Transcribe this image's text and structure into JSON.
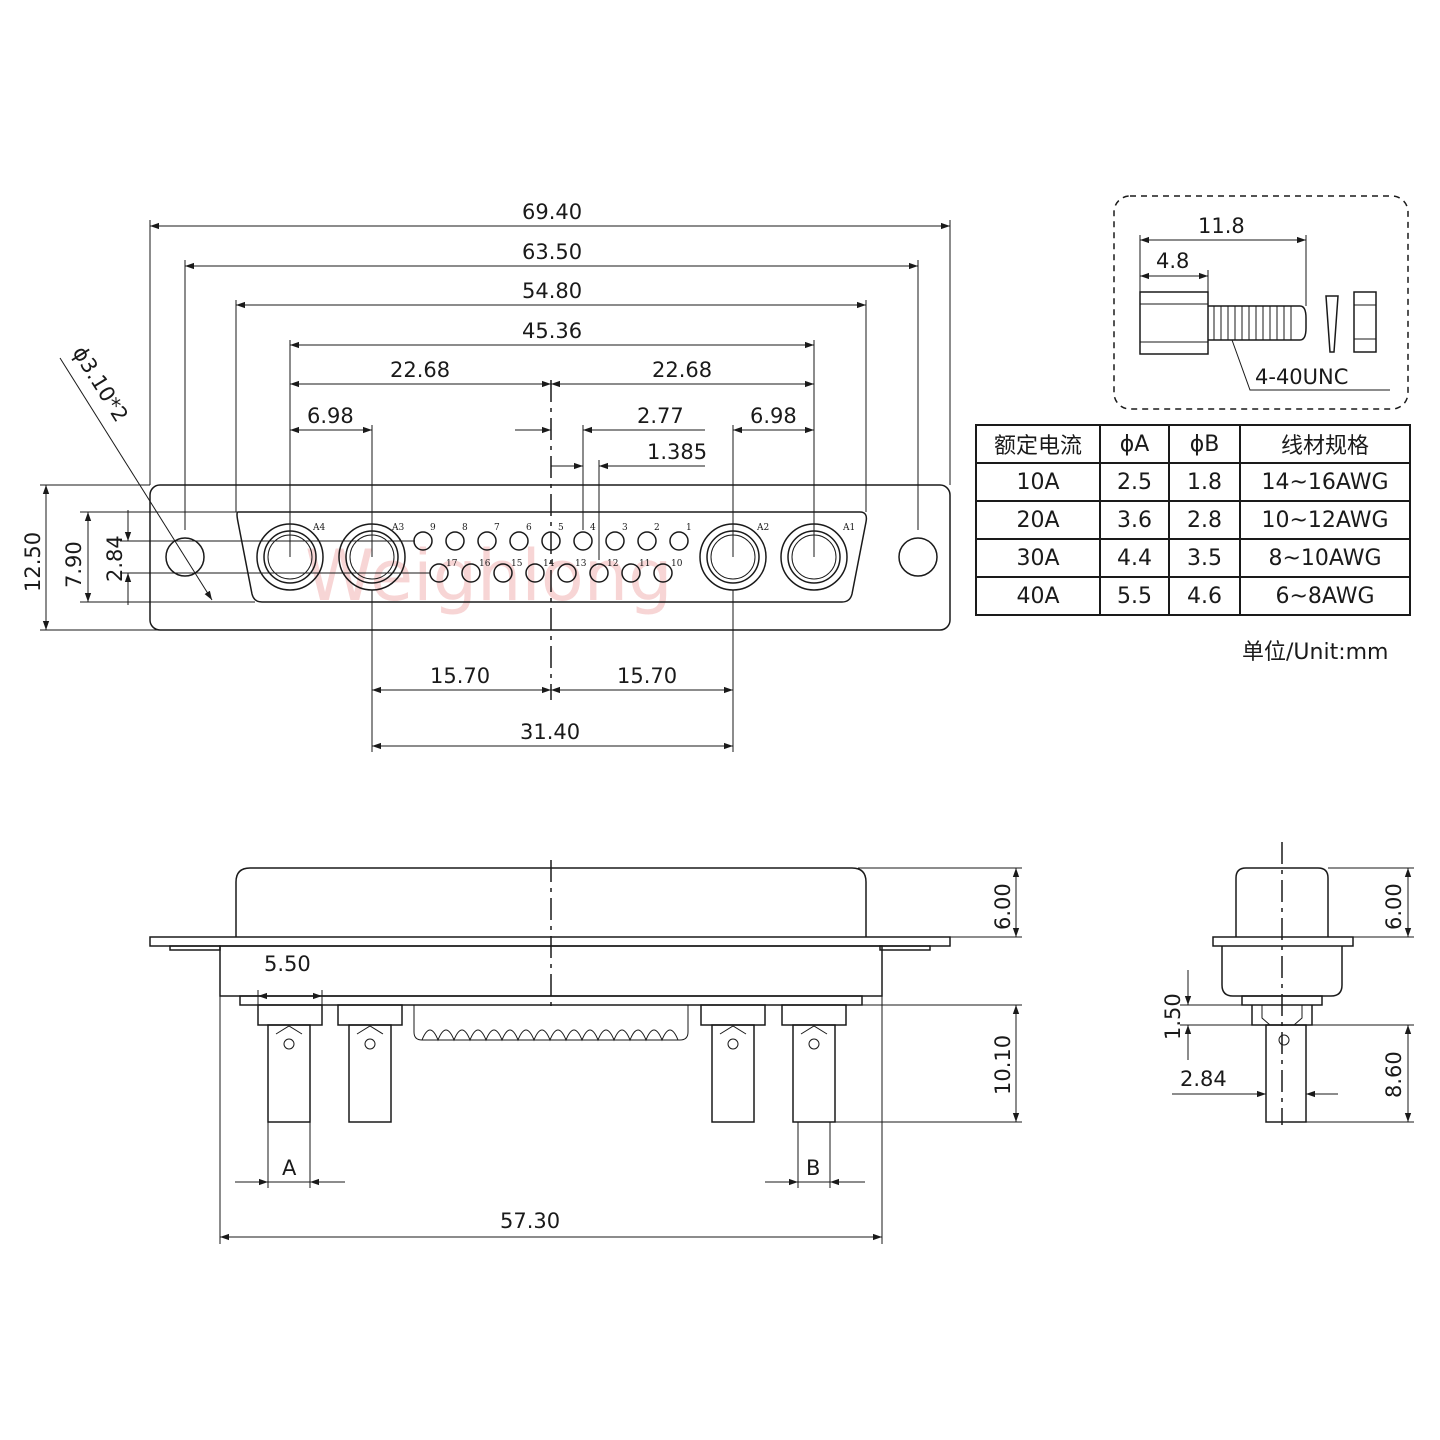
{
  "watermark": "Weighlong",
  "front_view": {
    "diameter_label": "ϕ3.10*2",
    "dims": {
      "overall": "69.40",
      "mount": "63.50",
      "shell": "54.80",
      "outer_pins": "45.36",
      "half_left": "22.68",
      "half_right": "22.68",
      "left_pair": "6.98",
      "right_pair": "6.98",
      "pitch": "2.77",
      "half_pitch": "1.385",
      "center_left": "15.70",
      "center_right": "15.70",
      "inner_pair": "31.40",
      "height_total": "12.50",
      "height_shell": "7.90",
      "row_gap": "2.84"
    },
    "coax_labels": [
      "A4",
      "A3",
      "A2",
      "A1"
    ],
    "top_row_pins": [
      "9",
      "8",
      "7",
      "6",
      "5",
      "4",
      "3",
      "2",
      "1"
    ],
    "bottom_row_pins": [
      "17",
      "16",
      "15",
      "14",
      "13",
      "12",
      "11",
      "10"
    ]
  },
  "side_view": {
    "dims": {
      "shell_height": "6.00",
      "pin_spacing": "5.50",
      "pin_length": "10.10",
      "overall_width": "57.30"
    },
    "callout_a": "A",
    "callout_b": "B"
  },
  "end_view": {
    "dims": {
      "shell_height": "6.00",
      "standoff": "1.50",
      "pin_length": "8.60",
      "row_gap": "2.84"
    }
  },
  "screw_detail": {
    "length": "11.8",
    "hex_length": "4.8",
    "thread": "4-40UNC"
  },
  "spec_table": {
    "headers": [
      "额定电流",
      "ϕA",
      "ϕB",
      "线材规格"
    ],
    "rows": [
      [
        "10A",
        "2.5",
        "1.8",
        "14~16AWG"
      ],
      [
        "20A",
        "3.6",
        "2.8",
        "10~12AWG"
      ],
      [
        "30A",
        "4.4",
        "3.5",
        "8~10AWG"
      ],
      [
        "40A",
        "5.5",
        "4.6",
        "6~8AWG"
      ]
    ],
    "unit": "单位/Unit:mm"
  }
}
